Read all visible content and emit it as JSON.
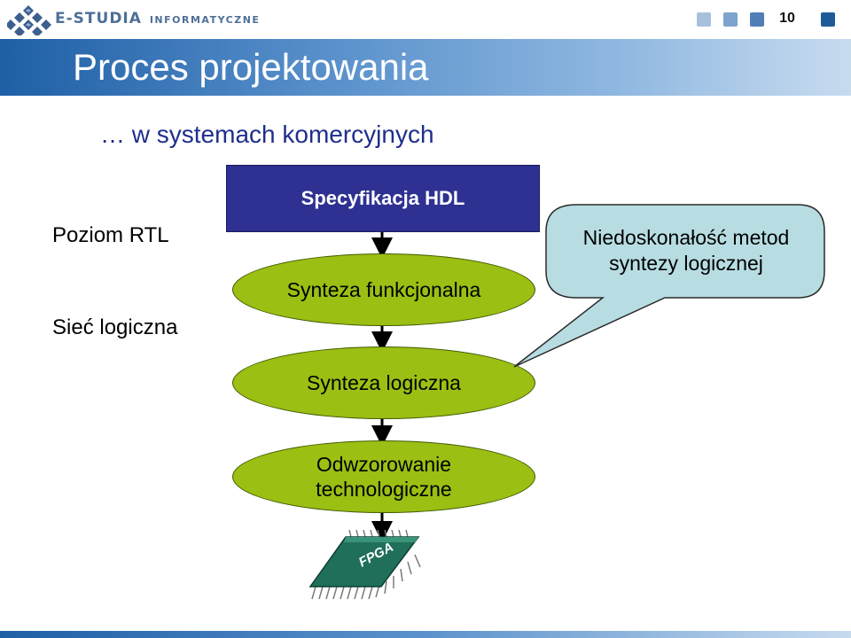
{
  "header": {
    "logo": {
      "brand": "E-STUDIA",
      "suffix": "INFORMATYCZNE"
    },
    "page_number": "10",
    "nav_colors": [
      "#a7c1dc",
      "#7ea3cc",
      "#4f7fb6",
      "#1f5a98"
    ]
  },
  "slide": {
    "title": "Proces projektowania",
    "subtitle": "… w systemach komercyjnych"
  },
  "levels": [
    {
      "label": "Poziom RTL"
    },
    {
      "label": "Sieć logiczna"
    }
  ],
  "flow": {
    "spec_box": "Specyfikacja HDL",
    "stages": [
      {
        "label": "Synteza funkcjonalna"
      },
      {
        "label": "Synteza logiczna"
      },
      {
        "label": "Odwzorowanie technologiczne"
      }
    ],
    "chip_label": "FPGA"
  },
  "callout": {
    "text": "Niedoskonałość metod syntezy logicznej",
    "fill": "#b7dde2"
  },
  "colors": {
    "spec_box": "#2e3192",
    "stage_fill": "#9bbf13",
    "subtitle": "#1f2e8c"
  }
}
